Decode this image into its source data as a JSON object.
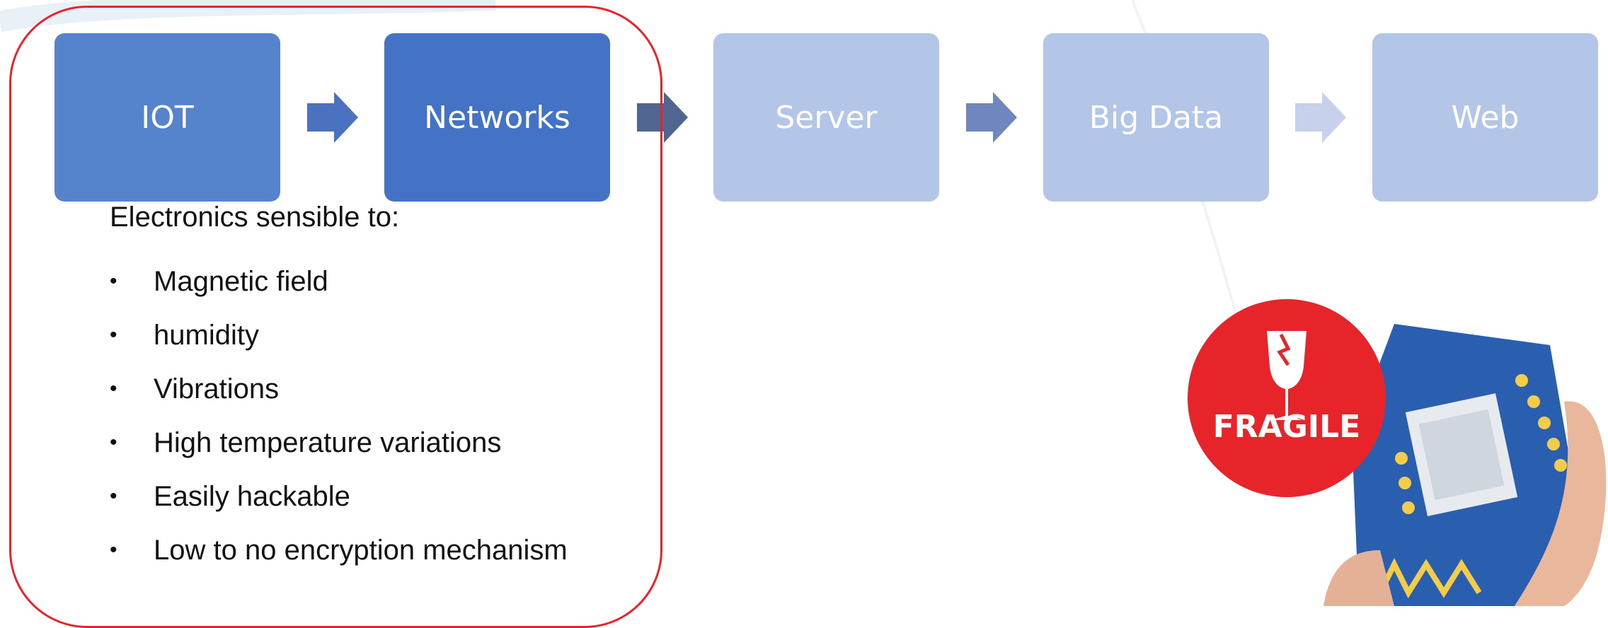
{
  "flow": {
    "steps": [
      {
        "label": "IOT",
        "color": "#5583cc"
      },
      {
        "label": "Networks",
        "color": "#4472c4"
      },
      {
        "label": "Server",
        "color": "#b4c6e7"
      },
      {
        "label": "Big Data",
        "color": "#b4c6e7"
      },
      {
        "label": "Web",
        "color": "#b4c6e7"
      }
    ],
    "arrow_colors": [
      "#4a72c0",
      "#506590",
      "#6f86bf",
      "#c7d1ec"
    ]
  },
  "highlight_color": "#e8242b",
  "list": {
    "title": "Electronics sensible to:",
    "bullet": "•",
    "items": [
      "Magnetic field",
      "humidity",
      "Vibrations",
      "High temperature variations",
      "Easily hackable",
      "Low to no encryption mechanism"
    ]
  },
  "image": {
    "fragile_label": "FRAGILE",
    "badge_color": "#e8242b",
    "board_color": "#2a5fb0"
  }
}
